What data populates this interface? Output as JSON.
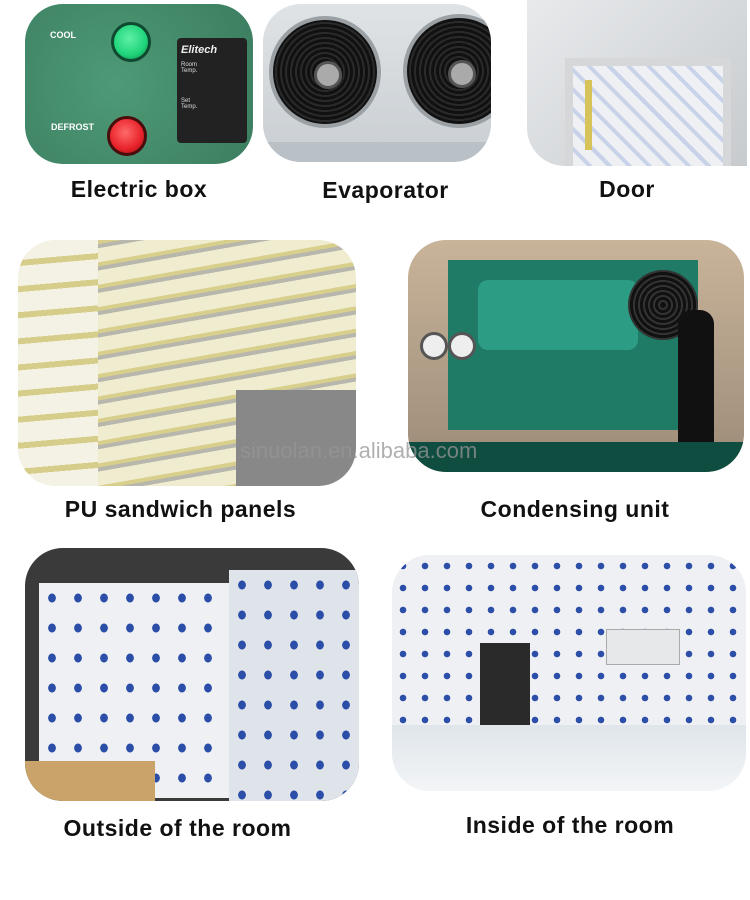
{
  "items": [
    {
      "label": "Electric box",
      "photo_text": {
        "cool": "COOL",
        "defrost": "DEFROST",
        "brand": "Elitech",
        "room_temp": "Room Temp.",
        "set_temp": "Set Temp."
      }
    },
    {
      "label": "Evaporator"
    },
    {
      "label": "Door"
    },
    {
      "label": "PU sandwich panels"
    },
    {
      "label": "Condensing unit"
    },
    {
      "label": "Outside of the room"
    },
    {
      "label": "Inside of the room"
    }
  ],
  "watermark": "sinuolan.en.alibaba.com",
  "colors": {
    "panel_green": "#3f8766",
    "lamp_green": "#1fd47a",
    "lamp_red": "#e8222a",
    "triangle_blue": "#2b4fa8"
  }
}
